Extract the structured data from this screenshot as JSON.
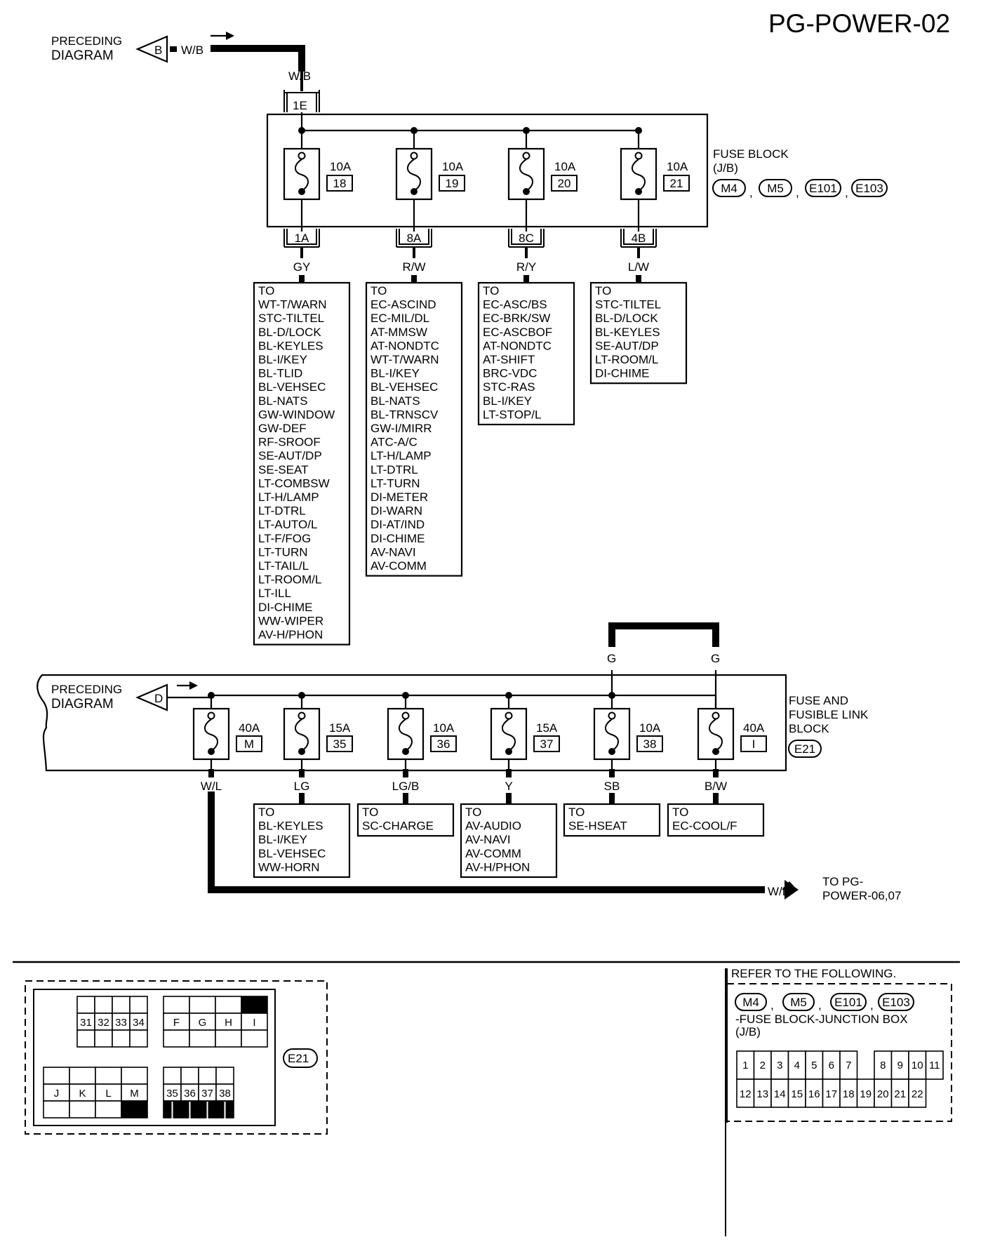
{
  "page_id": "PG-POWER-02",
  "top": {
    "preceding_label": [
      "PRECEDING",
      "DIAGRAM"
    ],
    "connector_ref": "B",
    "feed_wire": "W/B",
    "feed_wire_vertical": "W/B",
    "entry_connector": "1E",
    "block_name": [
      "FUSE BLOCK",
      "(J/B)"
    ],
    "block_connectors": [
      "M4",
      "M5",
      "E101",
      "E103"
    ],
    "fuses": [
      {
        "rating": "10A",
        "number": "18",
        "out_connector": "1A",
        "wire": "GY",
        "destinations": [
          "TO",
          "WT-T/WARN",
          "STC-TILTEL",
          "BL-D/LOCK",
          "BL-KEYLES",
          "BL-I/KEY",
          "BL-TLID",
          "BL-VEHSEC",
          "BL-NATS",
          "GW-WINDOW",
          "GW-DEF",
          "RF-SROOF",
          "SE-AUT/DP",
          "SE-SEAT",
          "LT-COMBSW",
          "LT-H/LAMP",
          "LT-DTRL",
          "LT-AUTO/L",
          "LT-F/FOG",
          "LT-TURN",
          "LT-TAIL/L",
          "LT-ROOM/L",
          "LT-ILL",
          "DI-CHIME",
          "WW-WIPER",
          "AV-H/PHON"
        ]
      },
      {
        "rating": "10A",
        "number": "19",
        "out_connector": "8A",
        "wire": "R/W",
        "destinations": [
          "TO",
          "EC-ASCIND",
          "EC-MIL/DL",
          "AT-MMSW",
          "AT-NONDTC",
          "WT-T/WARN",
          "BL-I/KEY",
          "BL-VEHSEC",
          "BL-NATS",
          "BL-TRNSCV",
          "GW-I/MIRR",
          "ATC-A/C",
          "LT-H/LAMP",
          "LT-DTRL",
          "LT-TURN",
          "DI-METER",
          "DI-WARN",
          "DI-AT/IND",
          "DI-CHIME",
          "AV-NAVI",
          "AV-COMM"
        ]
      },
      {
        "rating": "10A",
        "number": "20",
        "out_connector": "8C",
        "wire": "R/Y",
        "destinations": [
          "TO",
          "EC-ASC/BS",
          "EC-BRK/SW",
          "EC-ASCBOF",
          "AT-NONDTC",
          "AT-SHIFT",
          "BRC-VDC",
          "STC-RAS",
          "BL-I/KEY",
          "LT-STOP/L"
        ]
      },
      {
        "rating": "10A",
        "number": "21",
        "out_connector": "4B",
        "wire": "L/W",
        "destinations": [
          "TO",
          "STC-TILTEL",
          "BL-D/LOCK",
          "BL-KEYLES",
          "SE-AUT/DP",
          "LT-ROOM/L",
          "DI-CHIME"
        ]
      }
    ]
  },
  "bottom": {
    "preceding_label": [
      "PRECEDING",
      "DIAGRAM"
    ],
    "connector_ref": "D",
    "block_name": [
      "FUSE AND",
      "FUSIBLE LINK",
      "BLOCK"
    ],
    "block_connector": "E21",
    "jumper_wire_left": "G",
    "jumper_wire_right": "G",
    "fuses": [
      {
        "rating": "40A",
        "number": "M",
        "wire": "W/L",
        "destinations": []
      },
      {
        "rating": "15A",
        "number": "35",
        "wire": "LG",
        "destinations": [
          "TO",
          "BL-KEYLES",
          "BL-I/KEY",
          "BL-VEHSEC",
          "WW-HORN"
        ]
      },
      {
        "rating": "10A",
        "number": "36",
        "wire": "LG/B",
        "destinations": [
          "TO",
          "SC-CHARGE"
        ]
      },
      {
        "rating": "15A",
        "number": "37",
        "wire": "Y",
        "destinations": [
          "TO",
          "AV-AUDIO",
          "AV-NAVI",
          "AV-COMM",
          "AV-H/PHON"
        ]
      },
      {
        "rating": "10A",
        "number": "38",
        "wire": "SB",
        "destinations": [
          "TO",
          "SE-HSEAT"
        ]
      },
      {
        "rating": "40A",
        "number": "I",
        "wire": "B/W",
        "destinations": [
          "TO",
          "EC-COOL/F"
        ]
      }
    ],
    "continuation_wire": "W/L",
    "continuation_target": [
      "TO PG-",
      "POWER-06,07"
    ]
  },
  "legend_e21": {
    "connector": "E21",
    "grid_a": [
      "31",
      "32",
      "33",
      "34"
    ],
    "grid_b": [
      "F",
      "G",
      "H",
      "I"
    ],
    "grid_c": [
      "J",
      "K",
      "L",
      "M"
    ],
    "grid_d": [
      "35",
      "36",
      "37",
      "38"
    ]
  },
  "legend_jb": {
    "heading": "REFER TO THE FOLLOWING.",
    "connectors": [
      "M4",
      "M5",
      "E101",
      "E103"
    ],
    "desc": [
      "-FUSE BLOCK-JUNCTION BOX",
      "(J/B)"
    ],
    "top_row": [
      "1",
      "2",
      "3",
      "4",
      "5",
      "6",
      "7",
      "",
      "8",
      "9",
      "10",
      "11"
    ],
    "bottom_row": [
      "12",
      "13",
      "14",
      "15",
      "16",
      "17",
      "18",
      "19",
      "20",
      "21",
      "22"
    ]
  }
}
